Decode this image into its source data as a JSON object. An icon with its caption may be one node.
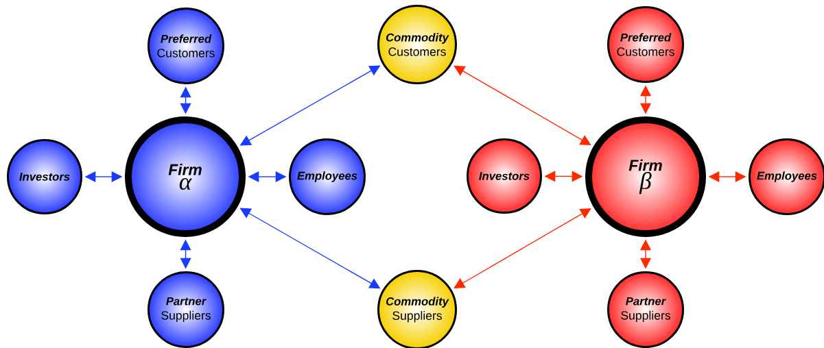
{
  "diagram": {
    "nodes": [
      {
        "text": [
          "Firm",
          "α"
        ]
      },
      {
        "text": [
          "Preferred",
          "Customers"
        ]
      },
      {
        "text": [
          "Investors"
        ]
      },
      {
        "text": [
          "Employees"
        ]
      },
      {
        "text": [
          "Partner",
          "Suppliers"
        ]
      },
      {
        "text": [
          "Commodity",
          "Customers"
        ]
      },
      {
        "text": [
          "Commodity",
          "Suppliers"
        ]
      },
      {
        "text": [
          "Firm",
          "β"
        ]
      },
      {
        "text": [
          "Preferred",
          "Customers"
        ]
      },
      {
        "text": [
          "Investors"
        ]
      },
      {
        "text": [
          "Employees"
        ]
      },
      {
        "text": [
          "Partner",
          "Suppliers"
        ]
      }
    ],
    "edges": [
      {
        "from": 1,
        "to": 0,
        "arrow": "both",
        "color": "#1a3cff"
      },
      {
        "from": 2,
        "to": 0,
        "arrow": "both",
        "color": "#1a3cff"
      },
      {
        "from": 0,
        "to": 3,
        "arrow": "both",
        "color": "#1a3cff"
      },
      {
        "from": 0,
        "to": 4,
        "arrow": "both",
        "color": "#1a3cff"
      },
      {
        "from": 0,
        "to": 5,
        "arrow": "both",
        "color": "#1a3cff"
      },
      {
        "from": 0,
        "to": 6,
        "arrow": "both",
        "color": "#1a3cff"
      },
      {
        "from": 5,
        "to": 7,
        "arrow": "both",
        "color": "#ff2a00"
      },
      {
        "from": 6,
        "to": 7,
        "arrow": "both",
        "color": "#ff2a00"
      },
      {
        "from": 8,
        "to": 7,
        "arrow": "both",
        "color": "#ff2a00"
      },
      {
        "from": 9,
        "to": 7,
        "arrow": "both",
        "color": "#ff2a00"
      },
      {
        "from": 7,
        "to": 10,
        "arrow": "both",
        "color": "#ff2a00"
      },
      {
        "from": 7,
        "to": 11,
        "arrow": "both",
        "color": "#ff2a00"
      }
    ]
  }
}
